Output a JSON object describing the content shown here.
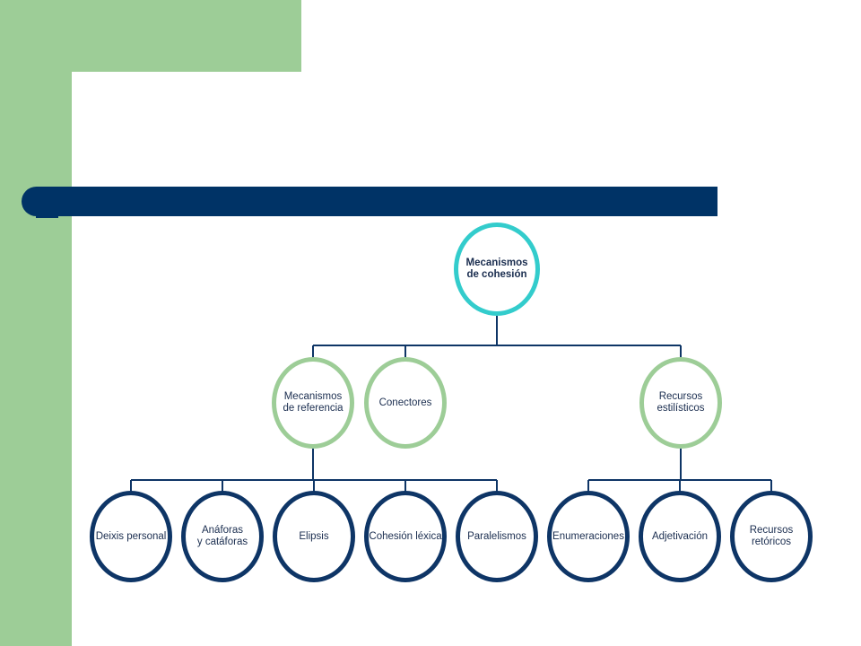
{
  "colors": {
    "background_accent": "#9dcd97",
    "title_bar": "#003366",
    "root_border": "#33cccc",
    "level2_border": "#9dcd97",
    "level3_border": "#0e3566",
    "text": "#1a2d4f"
  },
  "diagram": {
    "root": {
      "label": "Mecanismos\nde cohesión"
    },
    "level2": [
      {
        "label": "Mecanismos\nde referencia"
      },
      {
        "label": "Conectores"
      },
      {
        "label": "Recursos\nestilísticos"
      }
    ],
    "level3": [
      {
        "label": "Deixis personal"
      },
      {
        "label": "Anáforas\ny catáforas"
      },
      {
        "label": "Elipsis"
      },
      {
        "label": "Cohesión léxica"
      },
      {
        "label": "Paralelismos"
      },
      {
        "label": "Enumeraciones"
      },
      {
        "label": "Adjetivación"
      },
      {
        "label": "Recursos\nretóricos"
      }
    ]
  }
}
